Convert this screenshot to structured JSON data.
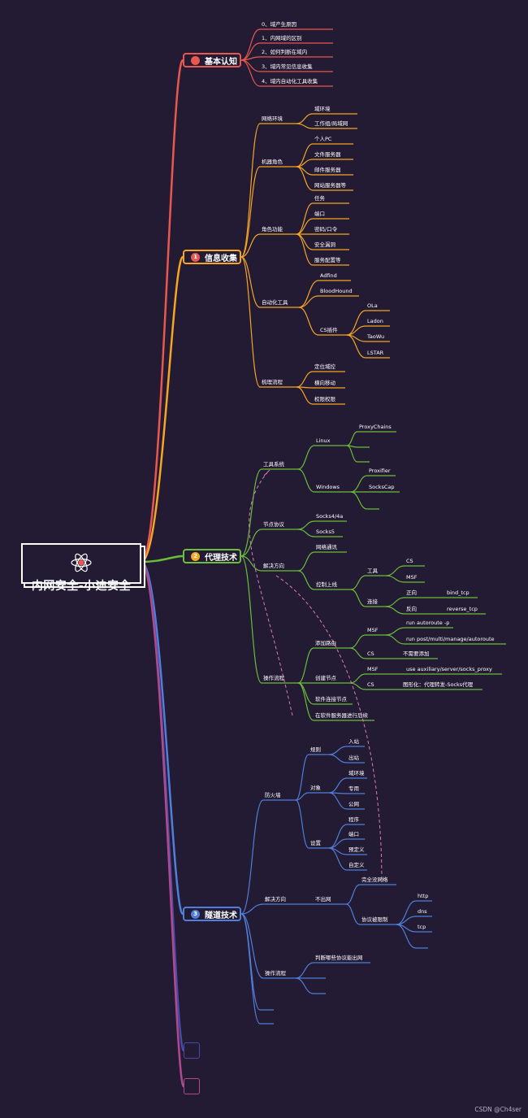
{
  "root": {
    "title": "内网安全-小迪安全",
    "icon": "atom-icon"
  },
  "colors": {
    "red": "#e8584f",
    "orange": "#f5a623",
    "green": "#6abe39",
    "blue": "#4f7fd9",
    "purple": "#8e4fa7",
    "navy": "#4a4aa8",
    "magenta": "#b04a8e",
    "dashed": "#d67fb0"
  },
  "branches": [
    {
      "label": "基本认知",
      "badge": "",
      "color": "#e8584f"
    },
    {
      "label": "信息收集",
      "badge": "1",
      "color": "#f5a623"
    },
    {
      "label": "代理技术",
      "badge": "2",
      "color": "#6abe39"
    },
    {
      "label": "隧道技术",
      "badge": "3",
      "color": "#4f7fd9"
    }
  ],
  "nodes": {
    "jb": [
      "0、域产生原因",
      "1、内网域的区别",
      "2、如何判断在域内",
      "3、域内常见信息收集",
      "4、域内自动化工具收集"
    ],
    "xx": {
      "wl": "网络环境",
      "wl_c": [
        "域环境",
        "工作组/局域网"
      ],
      "jq": "机器角色",
      "jq_c": [
        "个人PC",
        "文件服务器",
        "邮件服务器",
        "网站服务器等"
      ],
      "js": "角色功能",
      "js_c": [
        "任务",
        "端口",
        "密码/口令",
        "安全漏洞",
        "服务配置等"
      ],
      "zd": "自动化工具",
      "zd_c": [
        "Adfind",
        "BloodHound"
      ],
      "cs": "CS插件",
      "cs_c": [
        "OLa",
        "Ladon",
        "TaoWu",
        "LSTAR"
      ],
      "sl": "梳理流程",
      "sl_c": [
        "定位域控",
        "横向移动",
        "权限权限"
      ]
    },
    "dl": {
      "gj": "工具系统",
      "linux": "Linux",
      "linux_c": [
        "ProxyChains"
      ],
      "win": "Windows",
      "win_c": [
        "Proxifier",
        "SocksCap"
      ],
      "jd": "节点协议",
      "jd_c": [
        "Socks4/4a",
        "Socks5"
      ],
      "jj": "解决方向",
      "wltx": "网络通讯",
      "kz": "控制上线",
      "gj2": "工具",
      "gj2_c": [
        "CS",
        "MSF"
      ],
      "lj": "连接",
      "zx": "正向",
      "zx_v": "bind_tcp",
      "fx": "反向",
      "fx_v": "reverse_tcp",
      "cz": "操作流程",
      "tj": "添加路由",
      "msf": "MSF",
      "msf_c": [
        "run autoroute -p",
        "run post/multi/manage/autoroute"
      ],
      "cs": "CS",
      "cs_v": "不需要添加",
      "cj": "创建节点",
      "cj_msf": "MSF",
      "cj_msf_v": "use auxiliary/server/socks_proxy",
      "cj_cs": "CS",
      "cj_cs_v": "图形化：代理转发-Socks代理",
      "rj": "软件连接节点",
      "zrj": "在软件服务器进行后续"
    },
    "sd": {
      "fhq": "防火墙",
      "gz": "规则",
      "gz_c": [
        "入站",
        "出站"
      ],
      "dx": "对象",
      "dx_c": [
        "域环境",
        "专用",
        "公网"
      ],
      "sz": "设置",
      "sz_c": [
        "程序",
        "端口",
        "预定义",
        "自定义"
      ],
      "jj": "解决方向",
      "bcw": "不出网",
      "wqbc": "完全没网络",
      "xy": "协议被限制",
      "xy_c": [
        "http",
        "dns",
        "tcp"
      ],
      "cz": "操作流程",
      "pd": "判断哪些协议能出网"
    }
  },
  "watermark": "CSDN @Ch4ser"
}
